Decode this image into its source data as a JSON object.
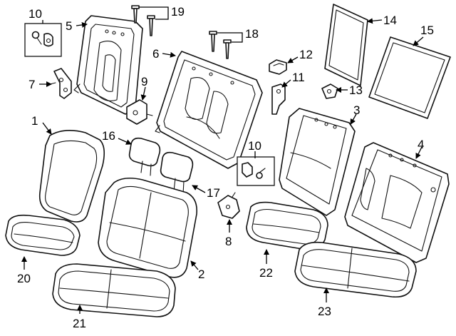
{
  "diagram": {
    "callouts": {
      "c1": "1",
      "c2": "2",
      "c3": "3",
      "c4": "4",
      "c5": "5",
      "c6": "6",
      "c7": "7",
      "c8": "8",
      "c9": "9",
      "c10a": "10",
      "c10b": "10",
      "c11": "11",
      "c12": "12",
      "c13": "13",
      "c14": "14",
      "c15": "15",
      "c16": "16",
      "c17": "17",
      "c18": "18",
      "c19": "19",
      "c20": "20",
      "c21": "21",
      "c22": "22",
      "c23": "23"
    }
  }
}
